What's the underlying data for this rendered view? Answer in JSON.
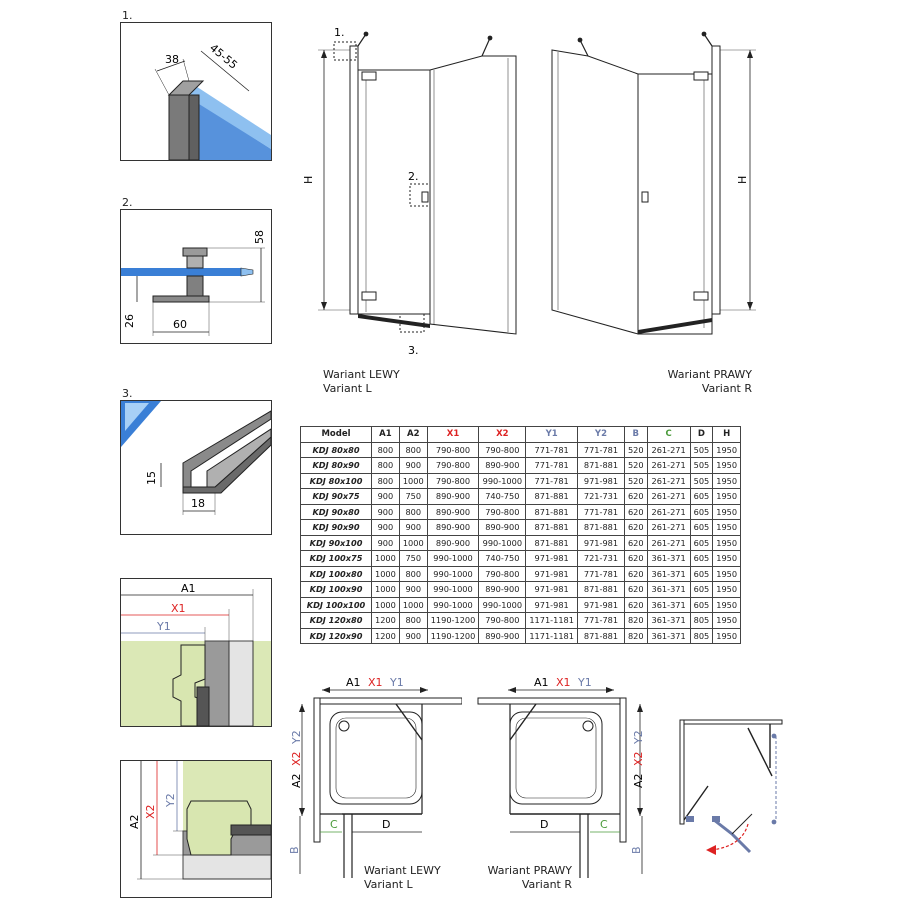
{
  "details": [
    {
      "num": "1.",
      "dims": [
        "38",
        "45-55"
      ]
    },
    {
      "num": "2.",
      "dims": [
        "58",
        "26",
        "60"
      ]
    },
    {
      "num": "3.",
      "dims": [
        "15",
        "18"
      ]
    }
  ],
  "overlap_left": {
    "labels": [
      "A1",
      "X1",
      "Y1"
    ]
  },
  "overlap_right": {
    "labels": [
      "A2",
      "X2",
      "Y2"
    ]
  },
  "elevation": {
    "height_label": "H",
    "callouts": [
      "1.",
      "2.",
      "3."
    ],
    "variant_left": {
      "line1": "Wariant LEWY",
      "line2": "Variant L"
    },
    "variant_right": {
      "line1": "Wariant PRAWY",
      "line2": "Variant R"
    }
  },
  "table": {
    "headers": [
      "Model",
      "A1",
      "A2",
      "X1",
      "X2",
      "Y1",
      "Y2",
      "B",
      "C",
      "D",
      "H"
    ],
    "rows": [
      [
        "KDJ 80x80",
        "800",
        "800",
        "790-800",
        "790-800",
        "771-781",
        "771-781",
        "520",
        "261-271",
        "505",
        "1950"
      ],
      [
        "KDJ 80x90",
        "800",
        "900",
        "790-800",
        "890-900",
        "771-781",
        "871-881",
        "520",
        "261-271",
        "505",
        "1950"
      ],
      [
        "KDJ 80x100",
        "800",
        "1000",
        "790-800",
        "990-1000",
        "771-781",
        "971-981",
        "520",
        "261-271",
        "505",
        "1950"
      ],
      [
        "KDJ 90x75",
        "900",
        "750",
        "890-900",
        "740-750",
        "871-881",
        "721-731",
        "620",
        "261-271",
        "605",
        "1950"
      ],
      [
        "KDJ 90x80",
        "900",
        "800",
        "890-900",
        "790-800",
        "871-881",
        "771-781",
        "620",
        "261-271",
        "605",
        "1950"
      ],
      [
        "KDJ 90x90",
        "900",
        "900",
        "890-900",
        "890-900",
        "871-881",
        "871-881",
        "620",
        "261-271",
        "605",
        "1950"
      ],
      [
        "KDJ 90x100",
        "900",
        "1000",
        "890-900",
        "990-1000",
        "871-881",
        "971-981",
        "620",
        "261-271",
        "605",
        "1950"
      ],
      [
        "KDJ 100x75",
        "1000",
        "750",
        "990-1000",
        "740-750",
        "971-981",
        "721-731",
        "620",
        "361-371",
        "605",
        "1950"
      ],
      [
        "KDJ 100x80",
        "1000",
        "800",
        "990-1000",
        "790-800",
        "971-981",
        "771-781",
        "620",
        "361-371",
        "605",
        "1950"
      ],
      [
        "KDJ 100x90",
        "1000",
        "900",
        "990-1000",
        "890-900",
        "971-981",
        "871-881",
        "620",
        "361-371",
        "605",
        "1950"
      ],
      [
        "KDJ 100x100",
        "1000",
        "1000",
        "990-1000",
        "990-1000",
        "971-981",
        "971-981",
        "620",
        "361-371",
        "605",
        "1950"
      ],
      [
        "KDJ 120x80",
        "1200",
        "800",
        "1190-1200",
        "790-800",
        "1171-1181",
        "771-781",
        "820",
        "361-371",
        "805",
        "1950"
      ],
      [
        "KDJ 120x90",
        "1200",
        "900",
        "1190-1200",
        "890-900",
        "1171-1181",
        "871-881",
        "820",
        "361-371",
        "805",
        "1950"
      ]
    ]
  },
  "plan_left": {
    "top_labels": [
      "A1",
      "X1",
      "Y1"
    ],
    "side_labels": [
      "A2",
      "X2",
      "Y2"
    ],
    "bottom_labels": [
      "C",
      "D",
      "B"
    ],
    "caption_line1": "Wariant LEWY",
    "caption_line2": "Variant L"
  },
  "plan_right": {
    "top_labels": [
      "A1",
      "X1",
      "Y1"
    ],
    "side_labels": [
      "A2",
      "X2",
      "Y2"
    ],
    "bottom_labels": [
      "D",
      "C",
      "B"
    ],
    "caption_line1": "Wariant PRAWY",
    "caption_line2": "Variant R"
  },
  "colors": {
    "x_red": "#d22222",
    "y_blue": "#6a7aa8",
    "c_green": "#4a9a3a",
    "glass_blue": "#3a7fd6",
    "wall_green": "#dbe8b6",
    "profile_grey": "#8a8a8a"
  }
}
